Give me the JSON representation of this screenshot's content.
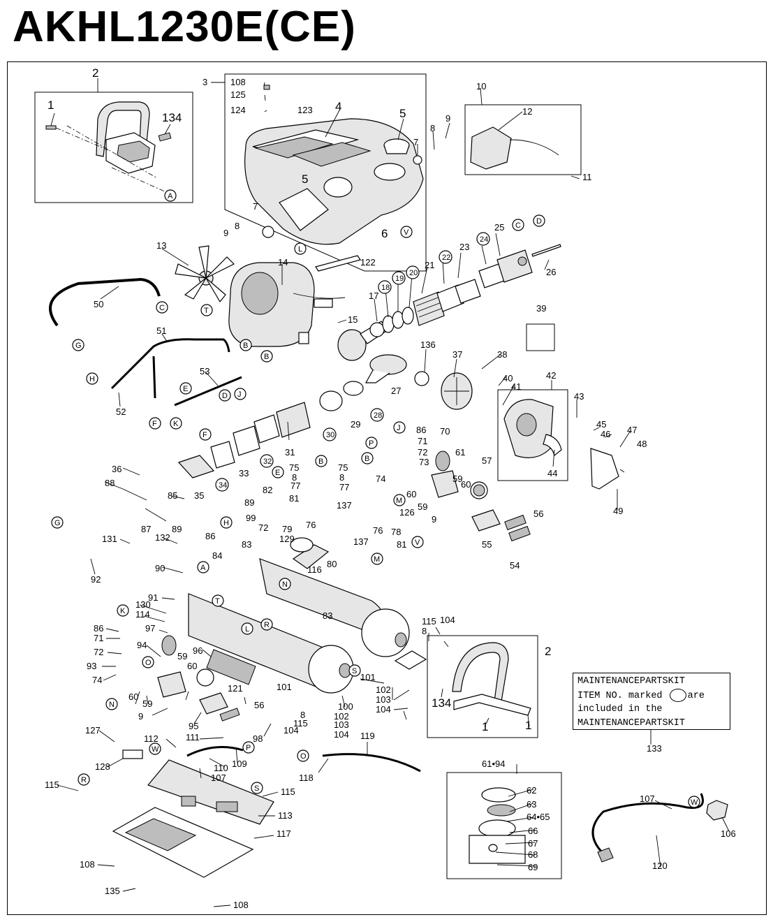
{
  "title": "AKHL1230E(CE)",
  "maintenance_kit": {
    "line1": "MAINTENANCEPARTSKIT",
    "line2_a": "ITEM NO. marked",
    "line2_b": "are",
    "line3": "included in the",
    "line4": "MAINTENANCEPARTSKIT",
    "ref": "133"
  },
  "callouts": {
    "c1": "1",
    "c2": "2",
    "c3": "3",
    "c4": "4",
    "c5": "5",
    "c6": "6",
    "c7": "7",
    "c8": "8",
    "c9": "9",
    "c10": "10",
    "c11": "11",
    "c12": "12",
    "c13": "13",
    "c14": "14",
    "c15": "15",
    "c17": "17",
    "c18": "18",
    "c19": "19",
    "c20": "20",
    "c21": "21",
    "c22": "22",
    "c23": "23",
    "c24": "24",
    "c25": "25",
    "c26": "26",
    "c27": "27",
    "c28": "28",
    "c29": "29",
    "c30": "30",
    "c31": "31",
    "c32": "32",
    "c33": "33",
    "c34": "34",
    "c35": "35",
    "c36": "36",
    "c37": "37",
    "c38": "38",
    "c39": "39",
    "c40": "40",
    "c41": "41",
    "c42": "42",
    "c43": "43",
    "c44": "44",
    "c45": "45",
    "c46": "46",
    "c47": "47",
    "c48": "48",
    "c49": "49",
    "c50": "50",
    "c51": "51",
    "c52": "52",
    "c53": "53",
    "c54": "54",
    "c55": "55",
    "c56": "56",
    "c57": "57",
    "c59": "59",
    "c60": "60",
    "c61": "61",
    "c62": "62",
    "c63": "63",
    "c6465": "64•65",
    "c66": "66",
    "c67": "67",
    "c68": "68",
    "c69": "69",
    "c70": "70",
    "c71": "71",
    "c72": "72",
    "c73": "73",
    "c74": "74",
    "c75": "75",
    "c76": "76",
    "c77": "77",
    "c78": "78",
    "c79": "79",
    "c80": "80",
    "c81": "81",
    "c82": "82",
    "c83": "83",
    "c84": "84",
    "c85": "85",
    "c86": "86",
    "c87": "87",
    "c88": "88",
    "c89": "89",
    "c90": "90",
    "c91": "91",
    "c92": "92",
    "c93": "93",
    "c94": "94",
    "c95": "95",
    "c96": "96",
    "c97": "97",
    "c98": "98",
    "c99": "99",
    "c100": "100",
    "c101": "101",
    "c102": "102",
    "c103": "103",
    "c104": "104",
    "c106": "106",
    "c107": "107",
    "c108": "108",
    "c109": "109",
    "c110": "110",
    "c111": "111",
    "c112": "112",
    "c113": "113",
    "c114": "114",
    "c115": "115",
    "c116": "116",
    "c117": "117",
    "c118": "118",
    "c119": "119",
    "c120": "120",
    "c121": "121",
    "c122": "122",
    "c123": "123",
    "c124": "124",
    "c125": "125",
    "c126": "126",
    "c127": "127",
    "c128": "128",
    "c129": "129",
    "c130": "130",
    "c131": "131",
    "c132": "132",
    "c134": "134",
    "c135": "135",
    "c136": "136",
    "c137": "137",
    "c6194": "61•94"
  },
  "refs": {
    "A": "A",
    "B": "B",
    "C": "C",
    "D": "D",
    "E": "E",
    "F": "F",
    "G": "G",
    "H": "H",
    "J": "J",
    "K": "K",
    "L": "L",
    "M": "M",
    "N": "N",
    "O": "O",
    "P": "P",
    "R": "R",
    "S": "S",
    "T": "T",
    "V": "V",
    "W": "W"
  }
}
